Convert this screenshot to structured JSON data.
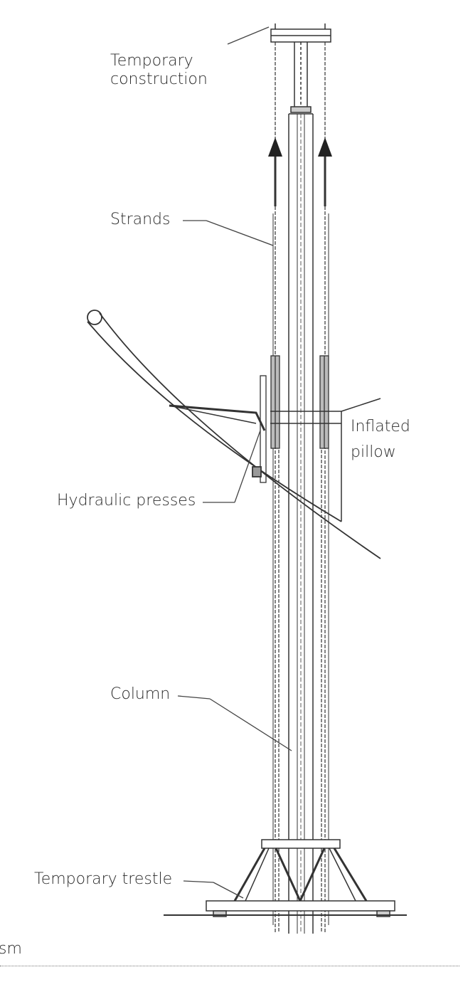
{
  "diagram": {
    "labels": {
      "temporary_construction_1": "Temporary",
      "temporary_construction_2": "construction",
      "strands": "Strands",
      "inflated_pillow_1": "Inflated",
      "inflated_pillow_2": "pillow",
      "hydraulic_presses": "Hydraulic presses",
      "column": "Column",
      "temporary_trestle": "Temporary trestle",
      "cut_text": "sm"
    }
  }
}
